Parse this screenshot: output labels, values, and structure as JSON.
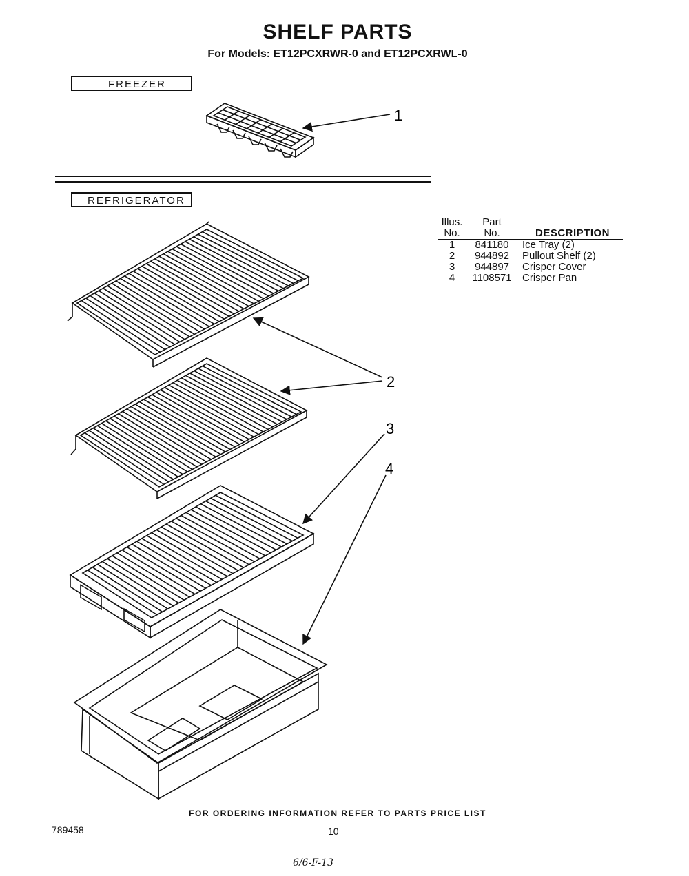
{
  "header": {
    "title": "SHELF PARTS",
    "subtitle": "For Models: ET12PCXRWR-0 and ET12PCXRWL-0"
  },
  "sections": {
    "freezer": "FREEZER",
    "refrigerator": "REFRIGERATOR"
  },
  "callouts": {
    "c1": "1",
    "c2": "2",
    "c3": "3",
    "c4": "4"
  },
  "parts_table": {
    "headers": {
      "illus_no_line1": "Illus.",
      "illus_no_line2": "No.",
      "part_no_line1": "Part",
      "part_no_line2": "No.",
      "description": "DESCRIPTION"
    },
    "rows": [
      {
        "illus": "1",
        "part": "841180",
        "description": "Ice Tray (2)"
      },
      {
        "illus": "2",
        "part": "944892",
        "description": "Pullout Shelf (2)"
      },
      {
        "illus": "3",
        "part": "944897",
        "description": "Crisper Cover"
      },
      {
        "illus": "4",
        "part": "1108571",
        "description": "Crisper Pan"
      }
    ]
  },
  "footer": {
    "note": "FOR ORDERING INFORMATION REFER TO PARTS PRICE LIST",
    "doc_number": "789458",
    "page_number": "10",
    "handwritten": "6/6-F-13"
  }
}
